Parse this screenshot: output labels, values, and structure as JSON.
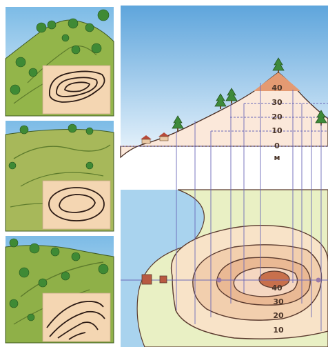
{
  "profile": {
    "elevation_labels": [
      "40",
      "30",
      "20",
      "10",
      "0"
    ],
    "unit": "м"
  },
  "contour_map": {
    "contour_labels": [
      "40",
      "30",
      "20",
      "10"
    ]
  },
  "colors": {
    "sky_top": "#6fb0df",
    "water": "#a9d3ee",
    "land_low": "#e9f0c4",
    "contour_10": "#f8e3c8",
    "contour_20": "#f2cfae",
    "contour_30": "#eab994",
    "contour_40": "#c8704c",
    "contour_line": "#5a3a2e",
    "guide_line": "#6a68b8"
  },
  "icons": [
    "tree-icon",
    "house-icon"
  ]
}
